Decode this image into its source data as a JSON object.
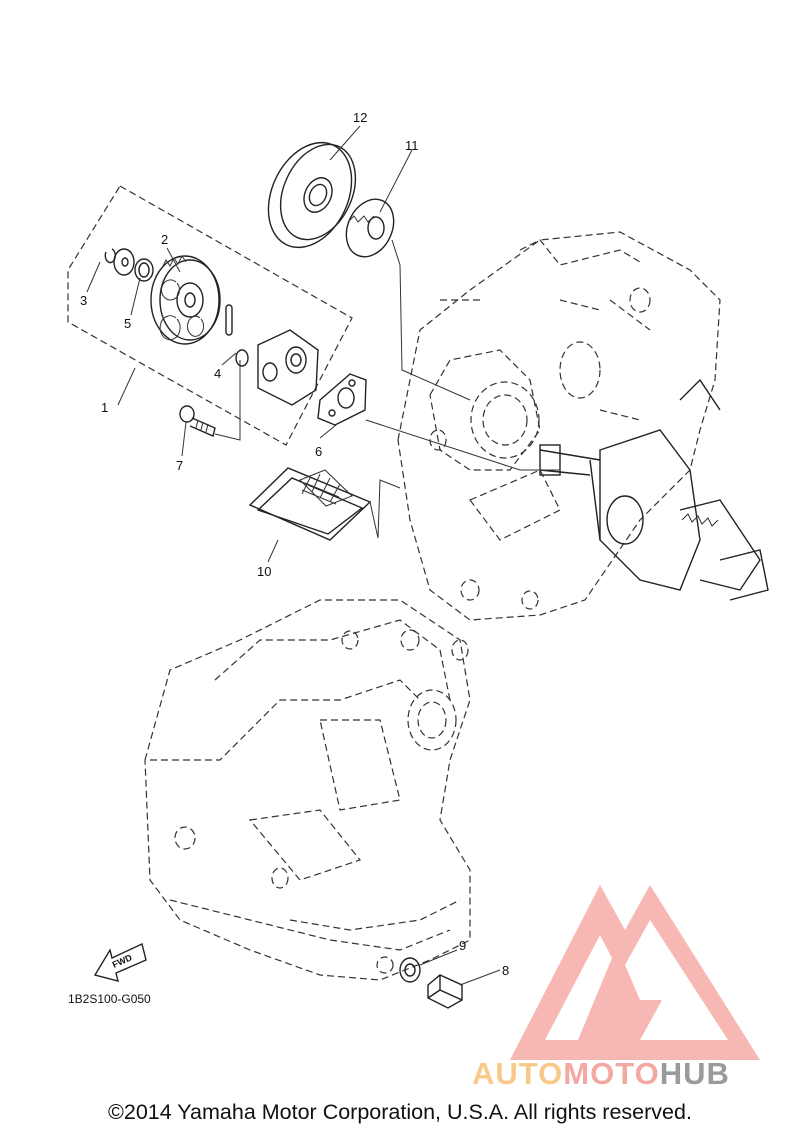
{
  "diagram": {
    "callouts": [
      {
        "id": "1",
        "label": "1"
      },
      {
        "id": "2",
        "label": "2"
      },
      {
        "id": "3",
        "label": "3"
      },
      {
        "id": "4",
        "label": "4"
      },
      {
        "id": "5",
        "label": "5"
      },
      {
        "id": "6",
        "label": "6"
      },
      {
        "id": "7",
        "label": "7"
      },
      {
        "id": "8",
        "label": "8"
      },
      {
        "id": "9",
        "label": "9"
      },
      {
        "id": "10",
        "label": "10"
      },
      {
        "id": "11",
        "label": "11"
      },
      {
        "id": "12",
        "label": "12"
      }
    ],
    "figure_code": "1B2S100-G050",
    "fwd_label": "FWD"
  },
  "footer": {
    "copyright": "©2014 Yamaha Motor Corporation, U.S.A. All rights reserved."
  },
  "watermark": {
    "auto": "AUTO",
    "moto": "MOTO",
    "hub": "HUB",
    "colors": {
      "auto": "#f9c98a",
      "moto": "#f4a8a2",
      "hub": "#9a9a9a",
      "logo": "#f4a09a"
    }
  }
}
